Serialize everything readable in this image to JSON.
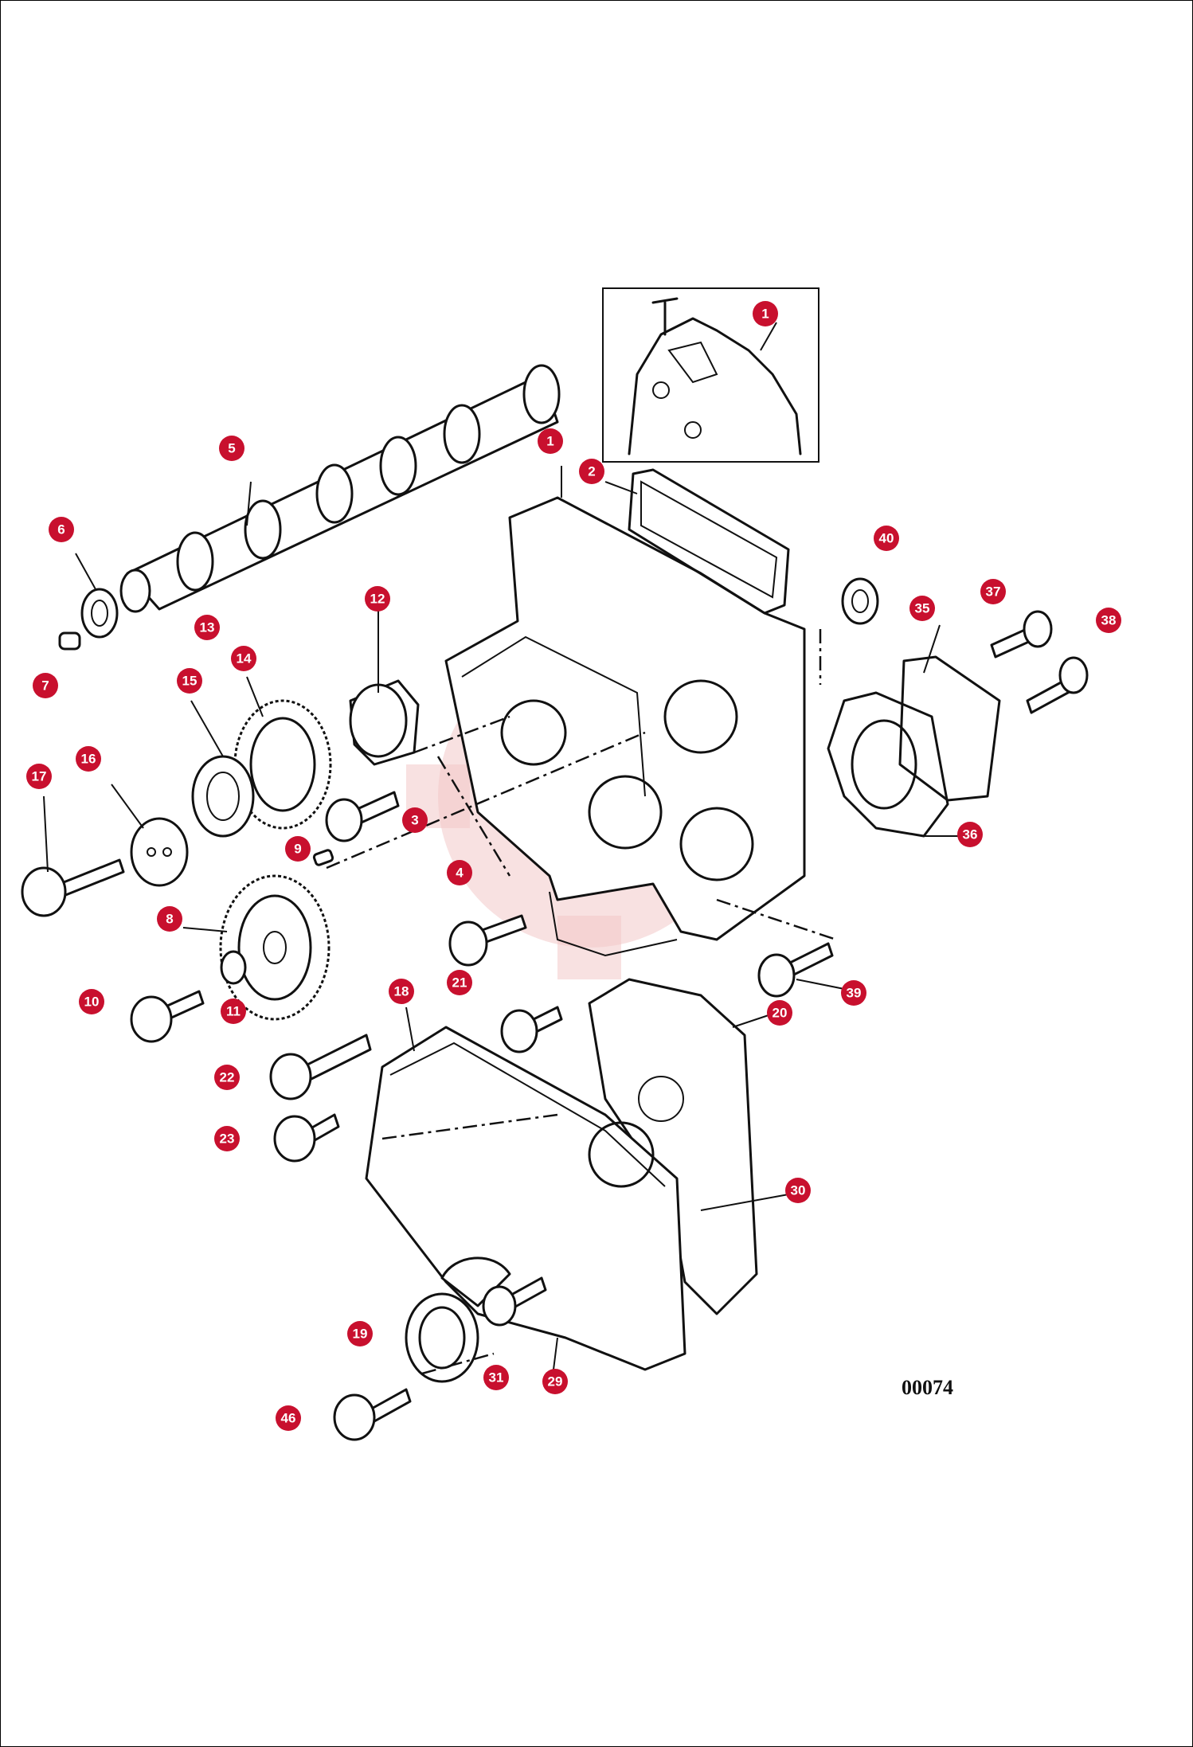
{
  "drawing": {
    "number": "00074",
    "colors": {
      "callout": "#c8102e",
      "ink": "#111111",
      "watermark": "#f3c9c9"
    }
  },
  "callouts": [
    {
      "id": "c1a",
      "label": "1"
    },
    {
      "id": "c1b",
      "label": "1"
    },
    {
      "id": "c2",
      "label": "2"
    },
    {
      "id": "c3",
      "label": "3"
    },
    {
      "id": "c4",
      "label": "4"
    },
    {
      "id": "c5",
      "label": "5"
    },
    {
      "id": "c6",
      "label": "6"
    },
    {
      "id": "c7",
      "label": "7"
    },
    {
      "id": "c8",
      "label": "8"
    },
    {
      "id": "c9",
      "label": "9"
    },
    {
      "id": "c10",
      "label": "10"
    },
    {
      "id": "c11",
      "label": "11"
    },
    {
      "id": "c12",
      "label": "12"
    },
    {
      "id": "c13",
      "label": "13"
    },
    {
      "id": "c14",
      "label": "14"
    },
    {
      "id": "c15",
      "label": "15"
    },
    {
      "id": "c16",
      "label": "16"
    },
    {
      "id": "c17",
      "label": "17"
    },
    {
      "id": "c18",
      "label": "18"
    },
    {
      "id": "c19",
      "label": "19"
    },
    {
      "id": "c20",
      "label": "20"
    },
    {
      "id": "c21",
      "label": "21"
    },
    {
      "id": "c22",
      "label": "22"
    },
    {
      "id": "c23",
      "label": "23"
    },
    {
      "id": "c29",
      "label": "29"
    },
    {
      "id": "c30",
      "label": "30"
    },
    {
      "id": "c31",
      "label": "31"
    },
    {
      "id": "c35",
      "label": "35"
    },
    {
      "id": "c36",
      "label": "36"
    },
    {
      "id": "c37",
      "label": "37"
    },
    {
      "id": "c38",
      "label": "38"
    },
    {
      "id": "c39",
      "label": "39"
    },
    {
      "id": "c40",
      "label": "40"
    },
    {
      "id": "c46",
      "label": "46"
    }
  ]
}
